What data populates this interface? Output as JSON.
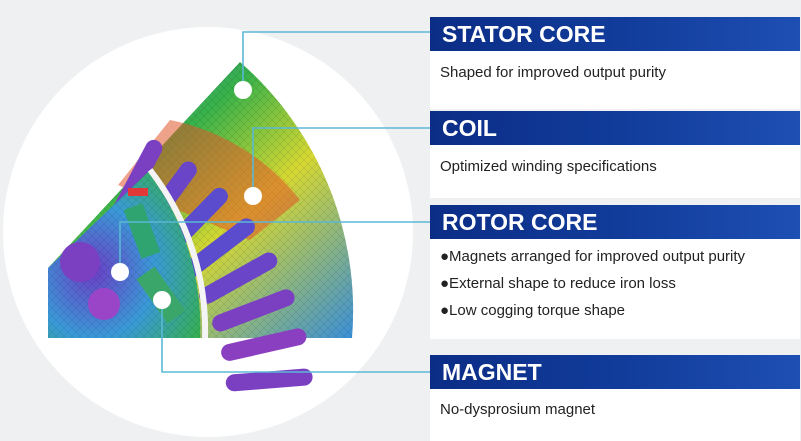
{
  "sections": [
    {
      "title": "STATOR CORE",
      "lines": [
        "Shaped for improved output purity"
      ]
    },
    {
      "title": "COIL",
      "lines": [
        "Optimized winding specifications"
      ]
    },
    {
      "title": "ROTOR CORE",
      "lines": [
        "●Magnets arranged for improved output purity",
        "●External shape to reduce iron loss",
        "●Low cogging torque shape"
      ]
    },
    {
      "title": "MAGNET",
      "lines": [
        "No-dysprosium magnet"
      ]
    }
  ],
  "colors": {
    "header_dark": "#0b2d86",
    "header_light": "#1e4fb3",
    "leader_line": "#5bb8d6",
    "background": "#eef0f2"
  }
}
